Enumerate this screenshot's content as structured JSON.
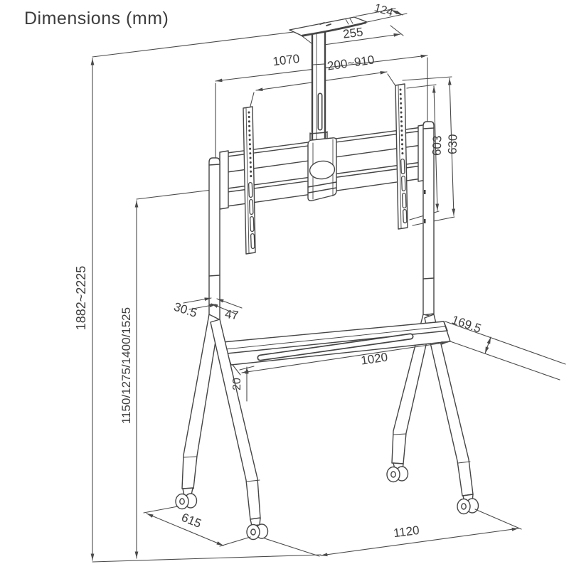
{
  "title": "Dimensions (mm)",
  "drawing": {
    "subject": "mobile-tv-floor-stand-with-shelf",
    "line_color": "#454545",
    "text_color": "#3d3d3d",
    "background_color": "#ffffff"
  },
  "dims": {
    "top_plate_depth": "124",
    "top_plate_width": "255",
    "frame_width": "1070",
    "vesa_width_range": "200~910",
    "vesa_rail_height": "603",
    "bracket_height": "630",
    "overall_height_range": "1882~2225",
    "screen_center_heights": "1150/1275/1400/1525",
    "column_depth": "30.5",
    "column_width": "47",
    "shelf_depth": "169.5",
    "shelf_width": "1020",
    "shelf_thickness": "20",
    "base_depth": "615",
    "base_width": "1120"
  }
}
